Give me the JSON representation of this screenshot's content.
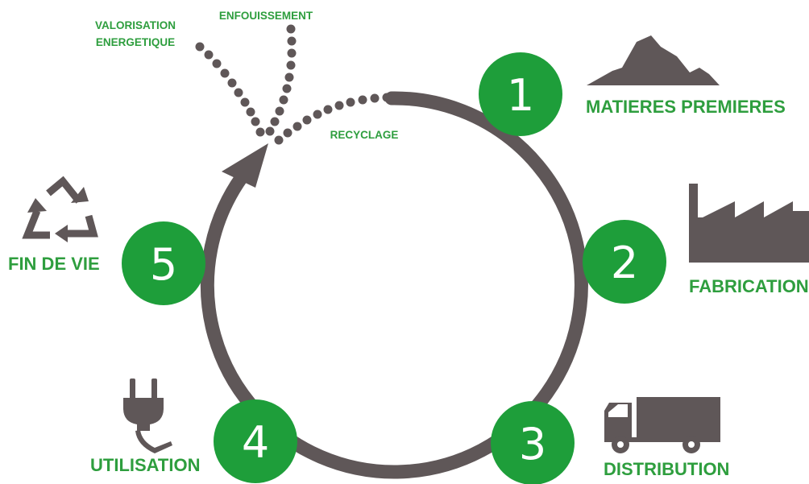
{
  "colors": {
    "green": "#1e9e3a",
    "label_green": "#2e9e3e",
    "gray": "#5f5758",
    "white": "#ffffff"
  },
  "stages": [
    {
      "number": "1",
      "label": "MATIERES PREMIERES",
      "icon": "mountain-icon"
    },
    {
      "number": "2",
      "label": "FABRICATION",
      "icon": "factory-icon"
    },
    {
      "number": "3",
      "label": "DISTRIBUTION",
      "icon": "truck-icon"
    },
    {
      "number": "4",
      "label": "UTILISATION",
      "icon": "plug-icon"
    },
    {
      "number": "5",
      "label": "FIN DE VIE",
      "icon": "recycle-icon"
    }
  ],
  "end_of_life_paths": {
    "recycling": "RECYCLAGE",
    "landfill": "ENFOUISSEMENT",
    "energy_recovery_line1": "VALORISATION",
    "energy_recovery_line2": "ENERGETIQUE"
  }
}
